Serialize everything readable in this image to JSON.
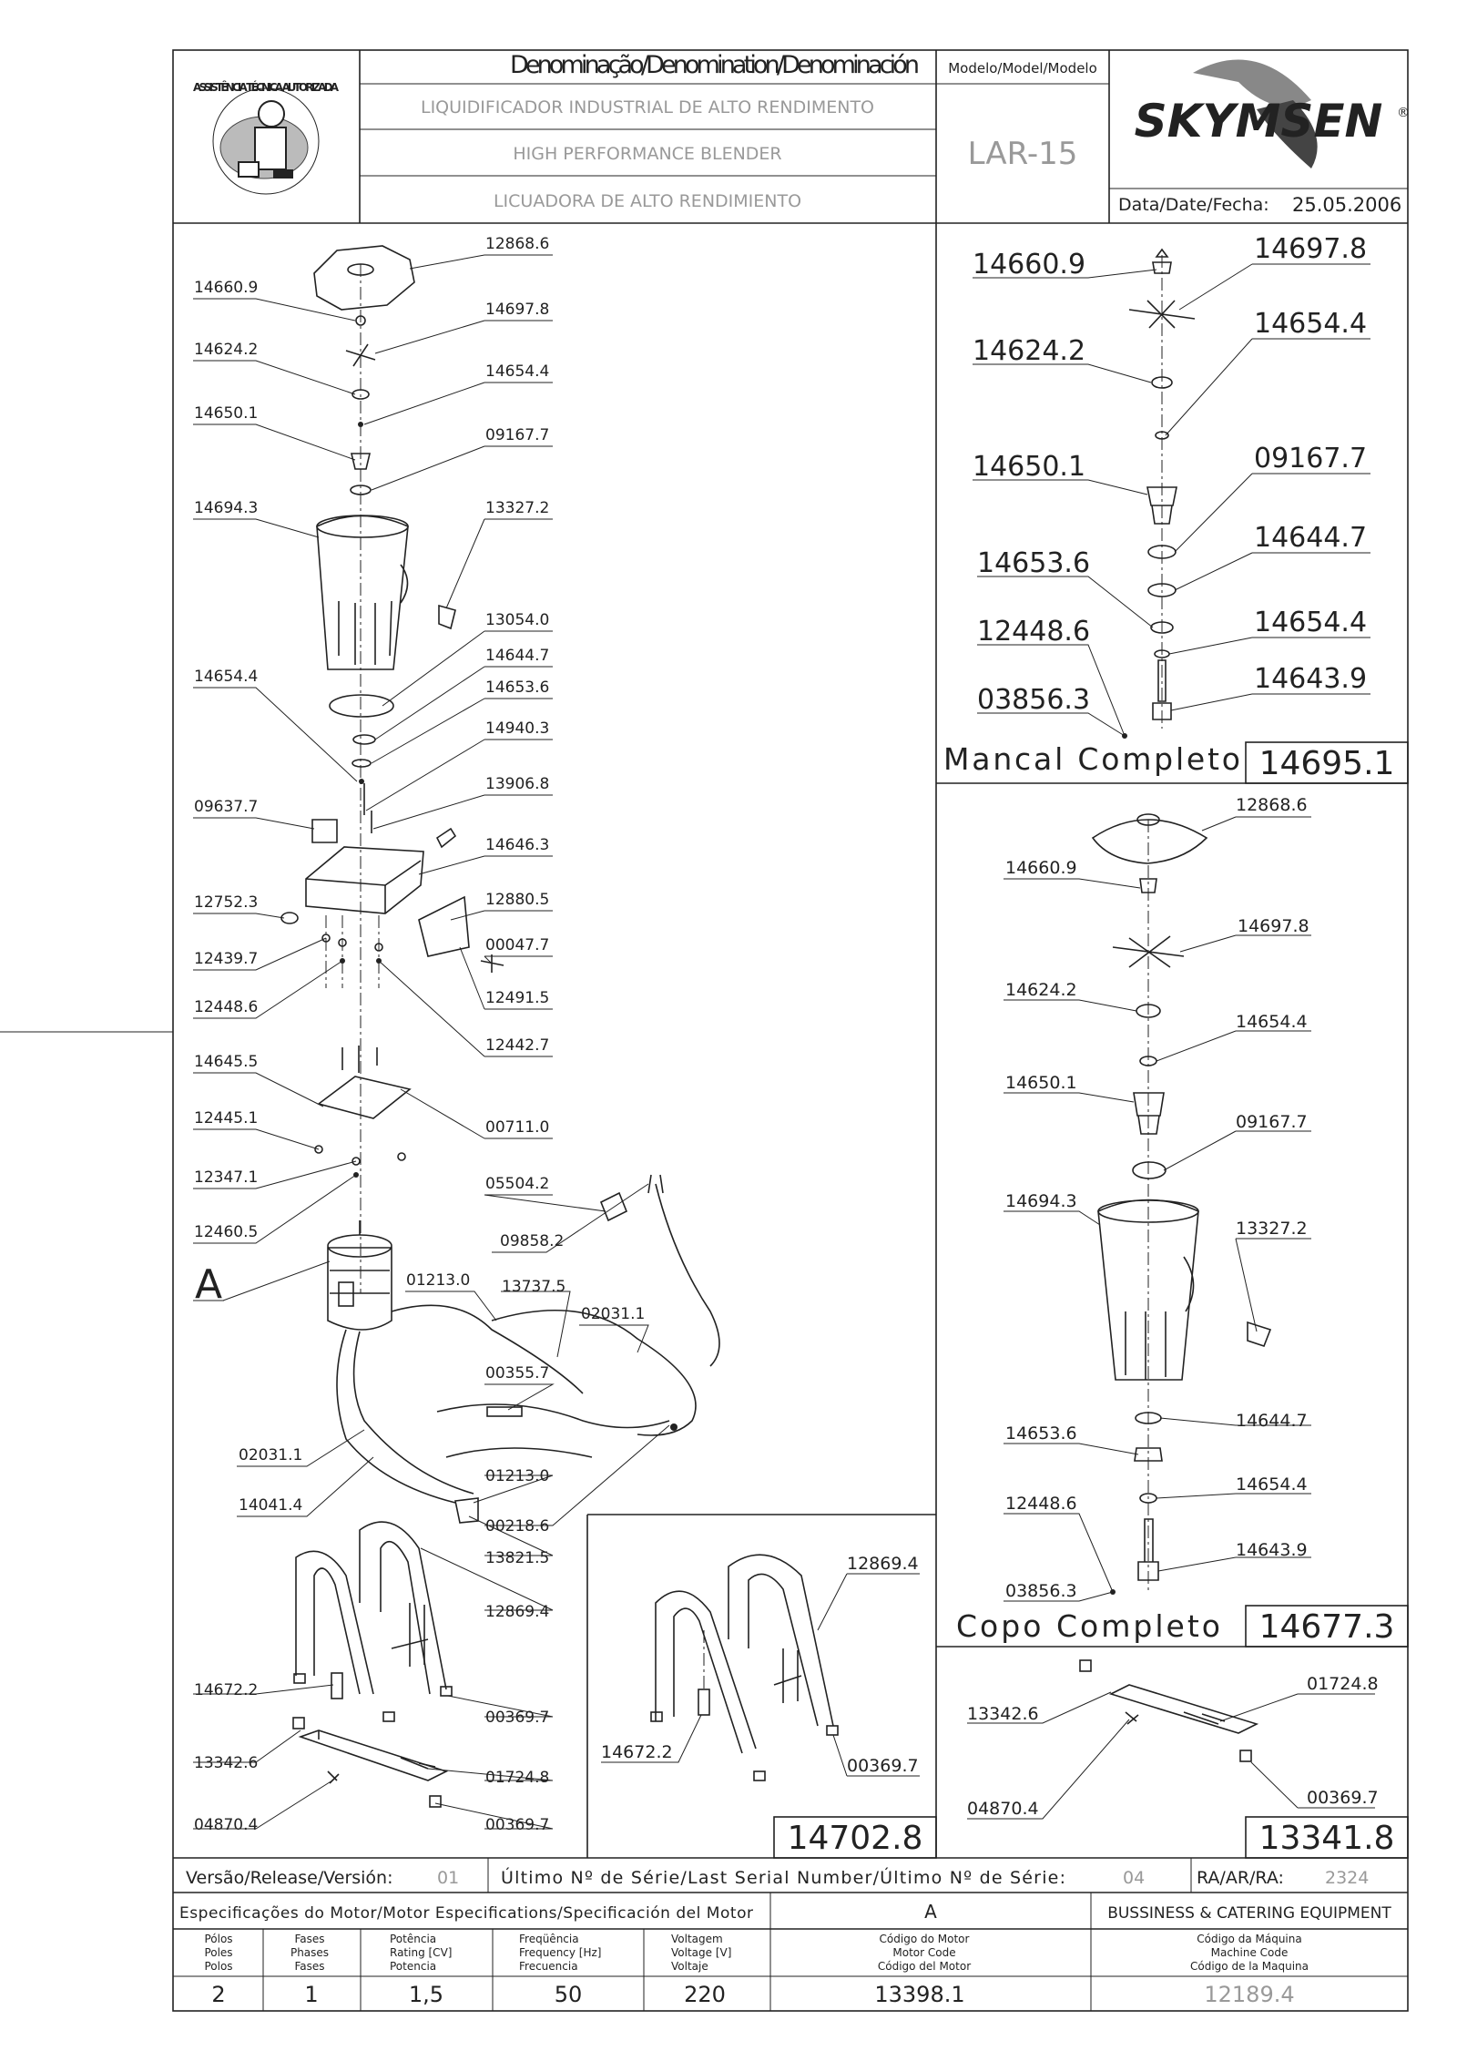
{
  "header": {
    "seal_text": "ASSISTÊNCIA TÉCNICA AUTORIZADA",
    "denomination_label": "Denominação/Denomination/Denominación",
    "name_pt": "LIQUIDIFICADOR INDUSTRIAL DE ALTO RENDIMENTO",
    "name_en": "HIGH PERFORMANCE BLENDER",
    "name_es": "LICUADORA DE ALTO RENDIMIENTO",
    "model_label": "Modelo/Model/Modelo",
    "model_value": "LAR-15",
    "brand": "SKYMSEN",
    "brand_mark": "®",
    "date_label": "Data/Date/Fecha:",
    "date_value": "25.05.2006"
  },
  "main_labels": [
    "12868.6",
    "14660.9",
    "14697.8",
    "14624.2",
    "14654.4",
    "14650.1",
    "09167.7",
    "14694.3",
    "13327.2",
    "13054.0",
    "14644.7",
    "14654.4",
    "14653.6",
    "14940.3",
    "13906.8",
    "09637.7",
    "14646.3",
    "12880.5",
    "12752.3",
    "00047.7",
    "12439.7",
    "12491.5",
    "12448.6",
    "12442.7",
    "14645.5",
    "00711.0",
    "12445.1",
    "12347.1",
    "05504.2",
    "12460.5",
    "09858.2",
    "01213.0",
    "13737.5",
    "02031.1",
    "00355.7",
    "02031.1",
    "14041.4",
    "01213.0",
    "00218.6",
    "13821.5",
    "12869.4",
    "14672.2",
    "00369.7",
    "13342.6",
    "01724.8",
    "04870.4",
    "00369.7"
  ],
  "motor_callout": "A",
  "mancal": {
    "labels": [
      "14660.9",
      "14697.8",
      "14624.2",
      "14654.4",
      "14650.1",
      "09167.7",
      "14653.6",
      "14644.7",
      "12448.6",
      "14654.4",
      "03856.3",
      "14643.9"
    ],
    "title": "Mancal Completo",
    "code": "14695.1"
  },
  "copo": {
    "labels": [
      "12868.6",
      "14660.9",
      "14697.8",
      "14624.2",
      "14654.4",
      "14650.1",
      "09167.7",
      "14694.3",
      "13327.2",
      "14644.7",
      "14653.6",
      "14654.4",
      "12448.6",
      "14643.9",
      "03856.3"
    ],
    "title": "Copo Completo",
    "code": "14677.3"
  },
  "stand": {
    "labels": [
      "12869.4",
      "14672.2",
      "00369.7"
    ],
    "code": "14702.8"
  },
  "base": {
    "labels": [
      "01724.8",
      "13342.6",
      "04870.4",
      "00369.7"
    ],
    "code": "13341.8"
  },
  "footer": {
    "version_label": "Versão/Release/Versión:",
    "version_value": "01",
    "serial_label": "Último Nº de Série/Last Serial Number/Último Nº de Série:",
    "serial_value": "04",
    "ra_label": "RA/AR/RA:",
    "ra_value": "2324",
    "spec_label": "Especificações do Motor/Motor Especifications/Specificación del Motor",
    "spec_motor_ref": "A",
    "company": "BUSSINESS & CATERING EQUIPMENT",
    "columns": [
      {
        "h1": "Pólos",
        "h2": "Poles",
        "h3": "Polos",
        "value": "2"
      },
      {
        "h1": "Fases",
        "h2": "Phases",
        "h3": "Fases",
        "value": "1"
      },
      {
        "h1": "Potência",
        "h2": "Rating [CV]",
        "h3": "Potencia",
        "value": "1,5"
      },
      {
        "h1": "Freqüência",
        "h2": "Frequency [Hz]",
        "h3": "Frecuencia",
        "value": "50"
      },
      {
        "h1": "Voltagem",
        "h2": "Voltage [V]",
        "h3": "Voltaje",
        "value": "220"
      },
      {
        "h1": "Código do Motor",
        "h2": "Motor Code",
        "h3": "Código del Motor",
        "value": "13398.1"
      },
      {
        "h1": "Código da Máquina",
        "h2": "Machine Code",
        "h3": "Código de la Maquina",
        "value": "12189.4"
      }
    ]
  }
}
